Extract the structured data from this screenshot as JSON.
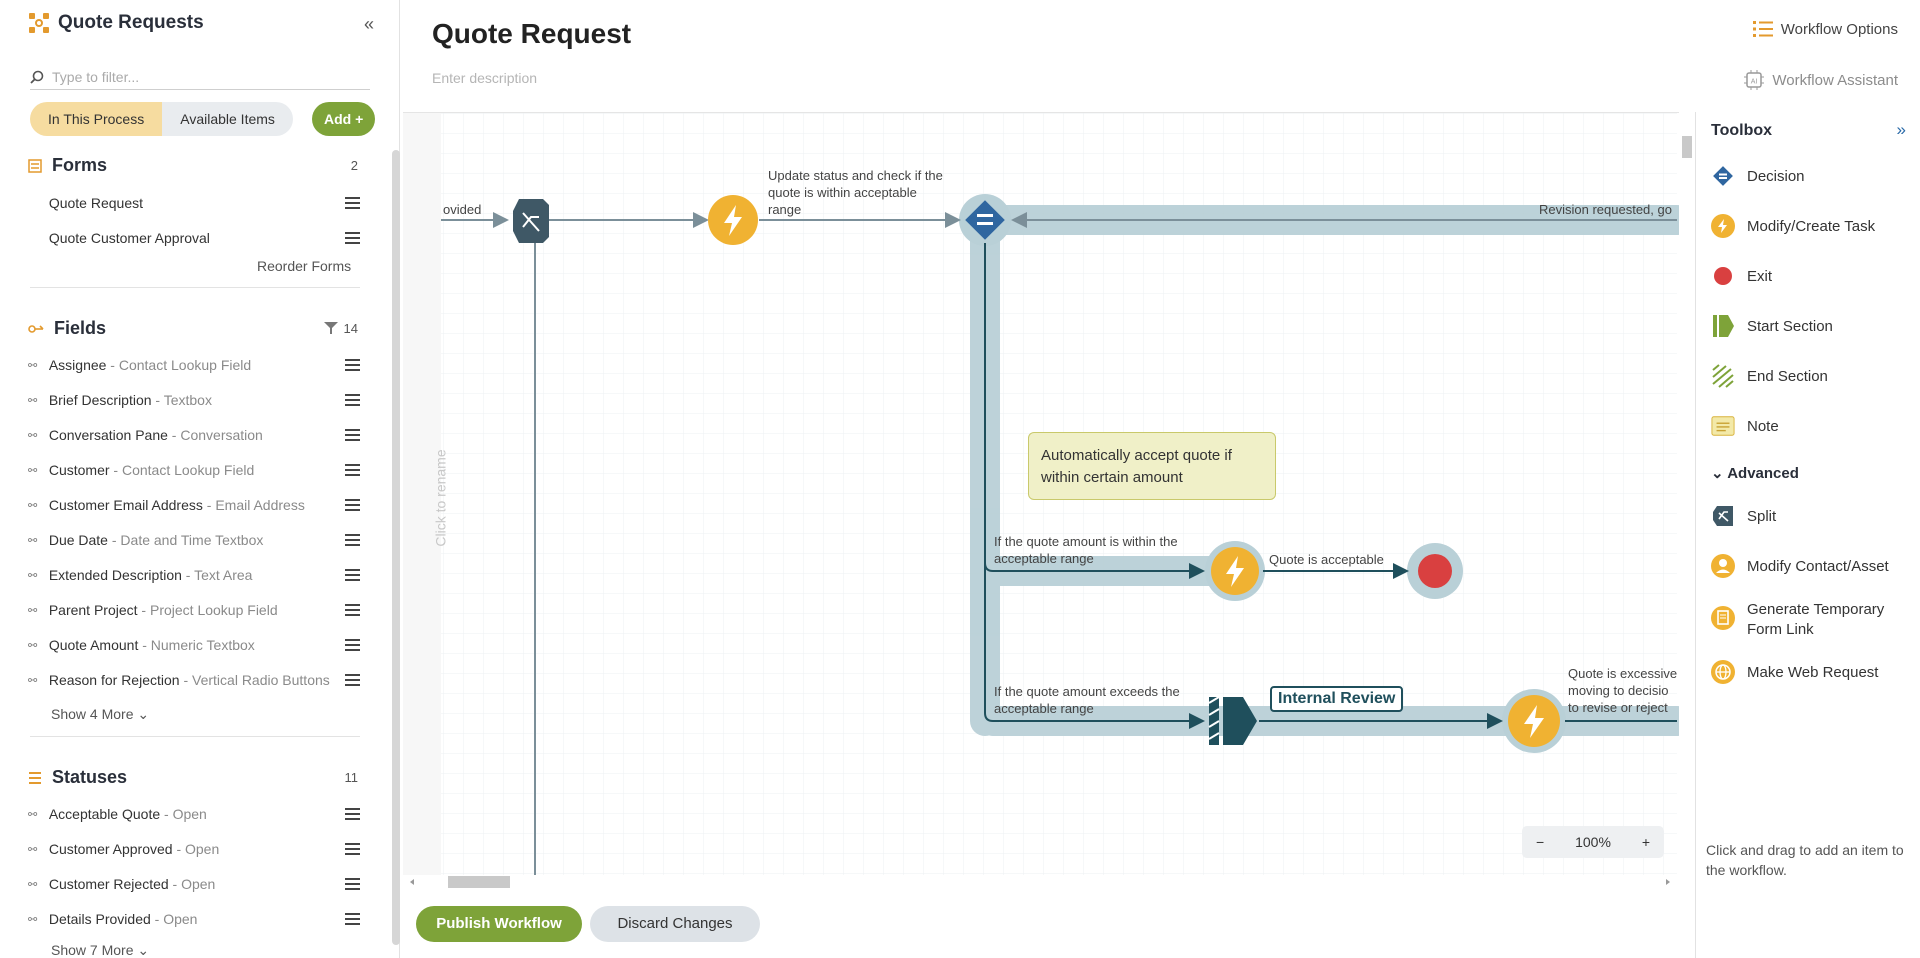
{
  "sidebar": {
    "title": "Quote Requests",
    "filter_placeholder": "Type to filter...",
    "tabs": {
      "in_process": "In This Process",
      "available": "Available Items"
    },
    "add_label": "Add +",
    "forms": {
      "title": "Forms",
      "count": "2",
      "items": [
        "Quote Request",
        "Quote Customer Approval"
      ],
      "reorder": "Reorder Forms"
    },
    "fields": {
      "title": "Fields",
      "count": "14",
      "items": [
        {
          "name": "Assignee",
          "type": " - Contact Lookup Field"
        },
        {
          "name": "Brief Description",
          "type": " - Textbox"
        },
        {
          "name": "Conversation Pane",
          "type": " - Conversation"
        },
        {
          "name": "Customer",
          "type": " - Contact Lookup Field"
        },
        {
          "name": "Customer Email Address",
          "type": " - Email Address"
        },
        {
          "name": "Due Date",
          "type": " - Date and Time Textbox"
        },
        {
          "name": "Extended Description",
          "type": " - Text Area"
        },
        {
          "name": "Parent Project",
          "type": " - Project Lookup Field"
        },
        {
          "name": "Quote Amount",
          "type": " - Numeric Textbox"
        },
        {
          "name": "Reason for Rejection",
          "type": " - Vertical Radio Buttons"
        }
      ],
      "more": "Show 4 More"
    },
    "statuses": {
      "title": "Statuses",
      "count": "11",
      "items": [
        {
          "name": "Acceptable Quote",
          "type": " - Open"
        },
        {
          "name": "Customer Approved",
          "type": " - Open"
        },
        {
          "name": "Customer Rejected",
          "type": " - Open"
        },
        {
          "name": "Details Provided",
          "type": " - Open"
        }
      ],
      "more": "Show 7 More"
    }
  },
  "main": {
    "title": "Quote Request",
    "description_placeholder": "Enter description",
    "workflow_options": "Workflow Options",
    "workflow_assistant": "Workflow Assistant",
    "rename_hint": "Click to rename"
  },
  "canvas": {
    "labels": {
      "provided": "ovided",
      "update": "Update status and check if the quote is within acceptable range",
      "revision": "Revision requested, go",
      "within": "If the quote amount is within the acceptable range",
      "acceptable": "Quote is acceptable",
      "exceeds": "If the quote amount exceeds the acceptable range",
      "excessive": "Quote is excessive moving to decisio to revise or reject"
    },
    "note": "Automatically accept quote if within certain amount",
    "internal_review": "Internal Review",
    "zoom": {
      "minus": "−",
      "level": "100%",
      "plus": "+"
    }
  },
  "footer": {
    "publish": "Publish Workflow",
    "discard": "Discard Changes"
  },
  "toolbox": {
    "title": "Toolbox",
    "items": [
      "Decision",
      "Modify/Create Task",
      "Exit",
      "Start Section",
      "End Section",
      "Note"
    ],
    "advanced_label": "Advanced",
    "advanced_items": [
      "Split",
      "Modify Contact/Asset",
      "Generate Temporary Form Link",
      "Make Web Request"
    ],
    "hint": "Click and drag to add an item to the workflow."
  },
  "colors": {
    "accent_green": "#7ea339",
    "amber": "#f0b232",
    "teal_dark": "#1f4f5c",
    "path": "#b7cfd6"
  }
}
